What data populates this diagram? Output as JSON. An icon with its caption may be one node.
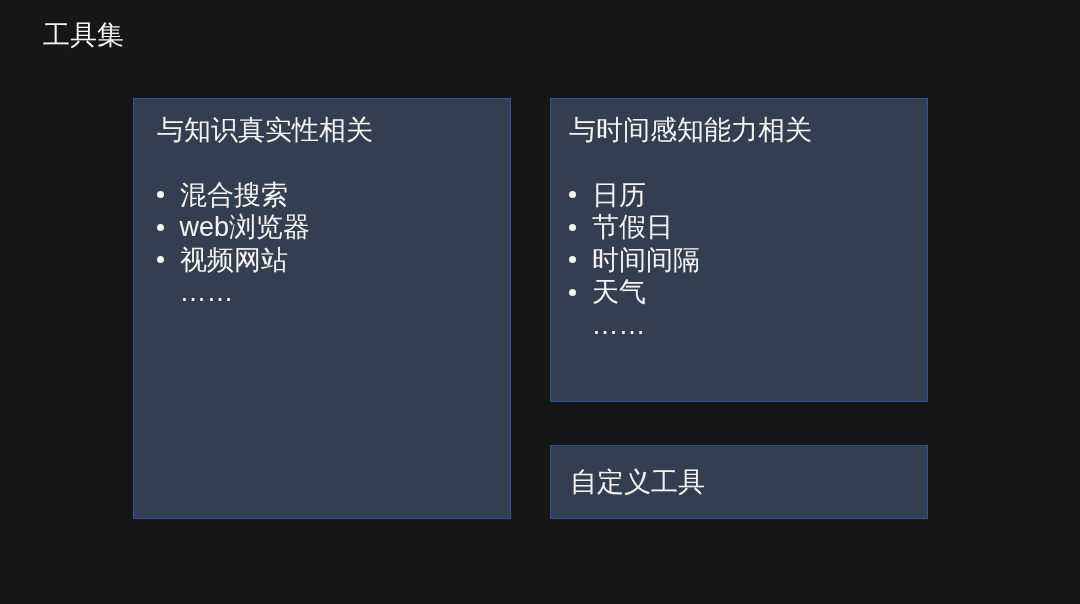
{
  "diagram": {
    "title": "工具集",
    "nodes": [
      {
        "text": [
          "与知识真实性相关",
          "混合搜索",
          "web浏览器",
          "视频网站",
          "……"
        ]
      },
      {
        "text": [
          "与时间感知能力相关",
          "日历",
          "节假日",
          "时间间隔",
          "天气",
          "……"
        ]
      },
      {
        "text": [
          "自定义工具"
        ]
      }
    ]
  }
}
